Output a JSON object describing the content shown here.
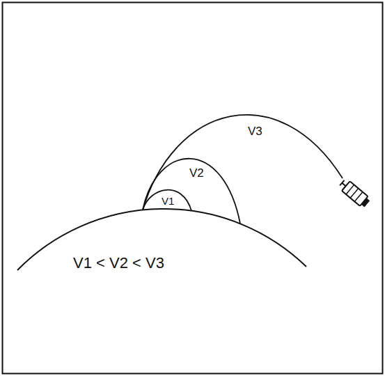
{
  "diagram": {
    "labels": [
      "V3",
      "V2",
      "V1",
      "V1 < V2 < V3"
    ]
  }
}
